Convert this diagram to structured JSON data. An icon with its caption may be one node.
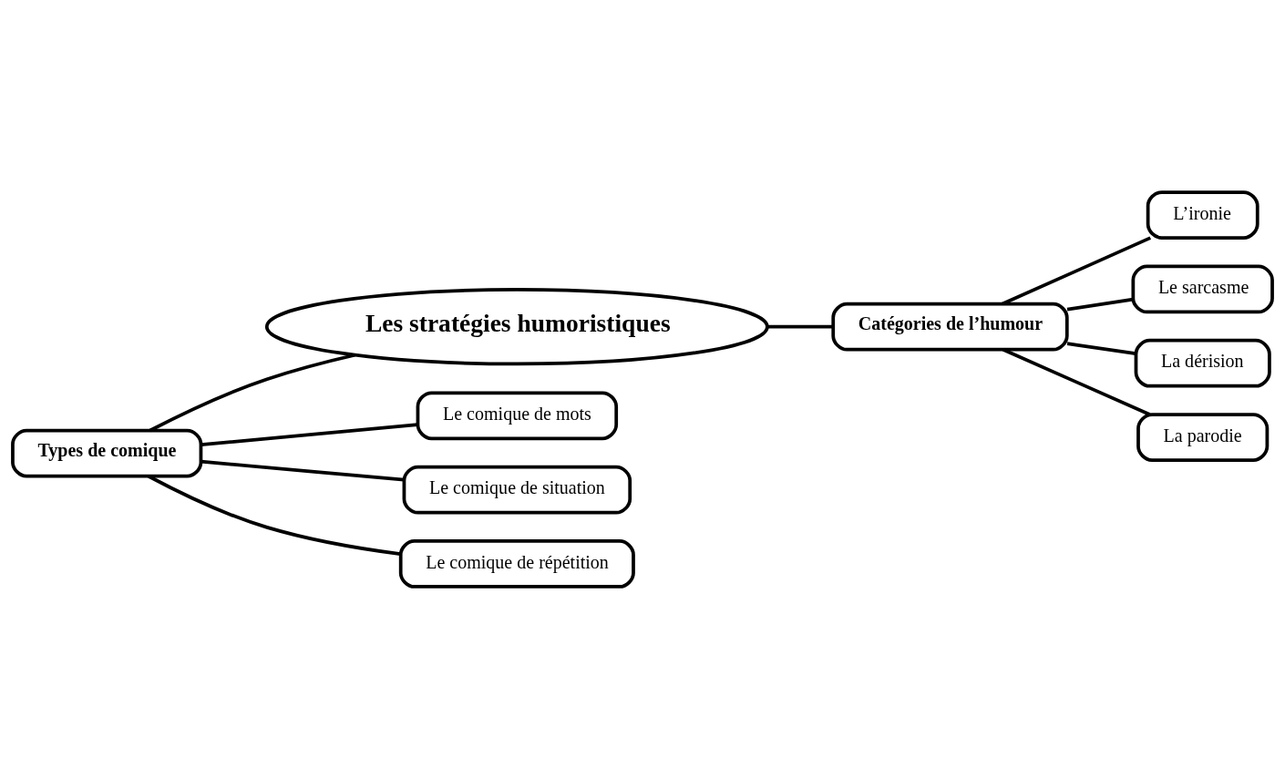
{
  "diagram": {
    "nodes": [
      {
        "text": [
          "Les stratégies humoristiques"
        ]
      },
      {
        "text": [
          "Types de comique"
        ]
      },
      {
        "text": [
          "Catégories de l’humour"
        ]
      },
      {
        "text": [
          "Le comique de mots"
        ]
      },
      {
        "text": [
          "Le comique de situation"
        ]
      },
      {
        "text": [
          "Le comique de répétition"
        ]
      },
      {
        "text": [
          "L’ironie"
        ]
      },
      {
        "text": [
          "Le sarcasme"
        ]
      },
      {
        "text": [
          "La dérision"
        ]
      },
      {
        "text": [
          "La parodie"
        ]
      }
    ],
    "edges": [
      {
        "from": 0,
        "to": 1,
        "arrow": "none"
      },
      {
        "from": 0,
        "to": 2,
        "arrow": "none"
      },
      {
        "from": 1,
        "to": 3,
        "arrow": "none"
      },
      {
        "from": 1,
        "to": 4,
        "arrow": "none"
      },
      {
        "from": 1,
        "to": 5,
        "arrow": "none"
      },
      {
        "from": 2,
        "to": 6,
        "arrow": "none"
      },
      {
        "from": 2,
        "to": 7,
        "arrow": "none"
      },
      {
        "from": 2,
        "to": 8,
        "arrow": "none"
      },
      {
        "from": 2,
        "to": 9,
        "arrow": "none"
      }
    ]
  }
}
